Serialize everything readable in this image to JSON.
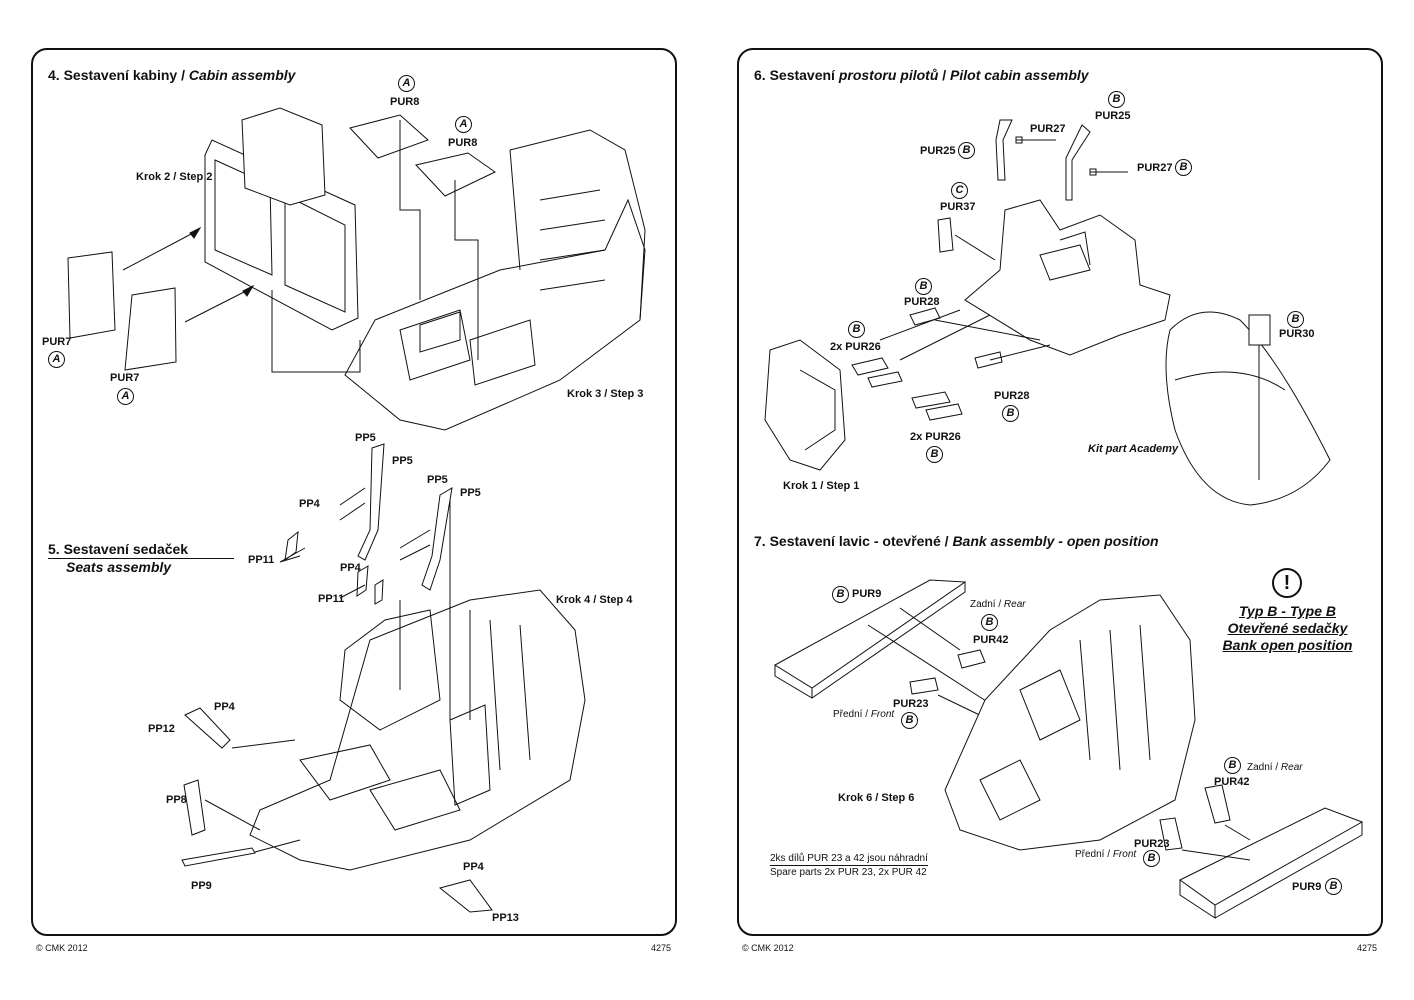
{
  "left_page": {
    "section4": {
      "num": "4. Sestavení kabiny /",
      "en": "Cabin assembly"
    },
    "section5": {
      "cz": "5. Sestavení sedaček",
      "en": "Seats assembly"
    },
    "steps": {
      "step2": "Krok 2 / Step 2",
      "step3": "Krok 3 / Step 3",
      "step4": "Krok 4 / Step 4"
    },
    "labels": {
      "pur8_a": "PUR8",
      "pur8_b": "PUR8",
      "pur7_a": "PUR7",
      "pur7_b": "PUR7",
      "pp5_a": "PP5",
      "pp5_b": "PP5",
      "pp5_c": "PP5",
      "pp5_d": "PP5",
      "pp4_a": "PP4",
      "pp4_b": "PP4",
      "pp4_c": "PP4",
      "pp4_d": "PP4",
      "pp11_a": "PP11",
      "pp11_b": "PP11",
      "pp12": "PP12",
      "pp8": "PP8",
      "pp9": "PP9",
      "pp13": "PP13"
    },
    "badges": {
      "a": "A"
    },
    "footer": {
      "copyright": "© CMK 2012",
      "code": "4275"
    }
  },
  "right_page": {
    "section6": {
      "num": "6. Sestavení",
      "cz_italic": "prostoru pilotů",
      "sep": "/",
      "en": "Pilot cabin assembly"
    },
    "section7": {
      "cz": "7. Sestavení lavic - otevřené /",
      "en": "Bank assembly - open position"
    },
    "steps": {
      "step1": "Krok 1 / Step 1",
      "step6": "Krok 6 / Step 6"
    },
    "labels": {
      "pur25_a": "PUR25",
      "pur25_b": "PUR25",
      "pur27_a": "PUR27",
      "pur27_b": "PUR27",
      "pur37": "PUR37",
      "pur28_a": "PUR28",
      "pur28_b": "PUR28",
      "pur26_a": "2x PUR26",
      "pur26_b": "2x PUR26",
      "pur30": "PUR30",
      "kit_part": "Kit part Academy",
      "pur9_a": "PUR9",
      "pur9_b": "PUR9",
      "pur42_a": "PUR42",
      "pur42_b": "PUR42",
      "pur23_a": "PUR23",
      "pur23_b": "PUR23",
      "rear_a_cz": "Zadní /",
      "rear_a_en": "Rear",
      "rear_b_cz": "Zadní /",
      "rear_b_en": "Rear",
      "front_a_cz": "Přední /",
      "front_a_en": "Front",
      "front_b_cz": "Přední /",
      "front_b_en": "Front"
    },
    "badges": {
      "b": "B",
      "c": "C"
    },
    "warning": {
      "symbol": "!",
      "line1": "Typ B - Type B",
      "line2": "Otevřené sedačky",
      "line3": "Bank open position"
    },
    "spare": {
      "cz": "2ks dílů PUR 23 a 42 jsou náhradní",
      "en": "Spare parts 2x PUR 23, 2x PUR 42"
    },
    "footer": {
      "copyright": "© CMK 2012",
      "code": "4275"
    }
  }
}
